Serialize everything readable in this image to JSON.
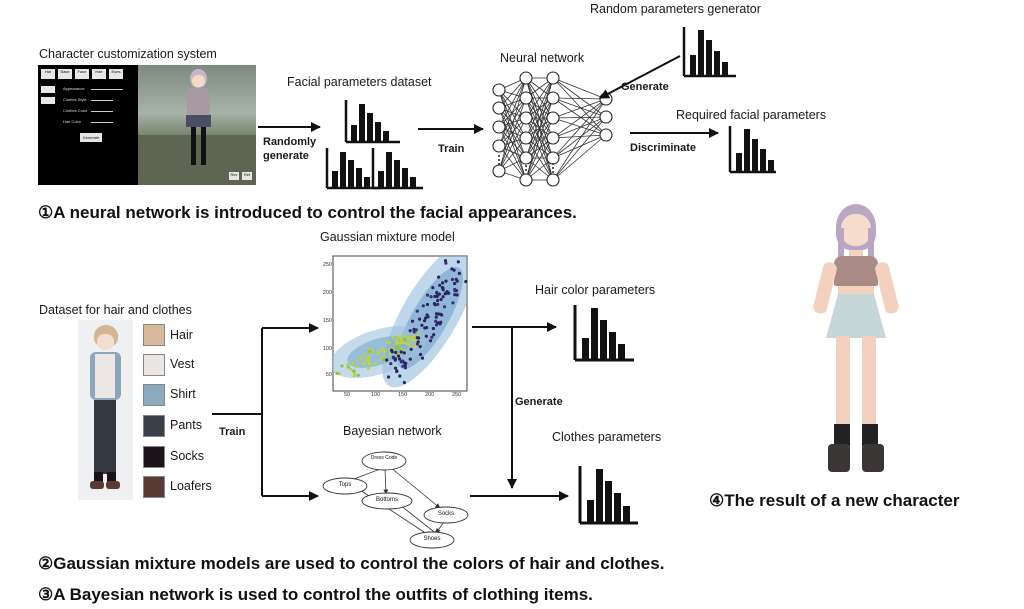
{
  "section1": {
    "system_title": "Character customization system",
    "dataset_title": "Facial parameters dataset",
    "nn_title": "Neural network",
    "random_title": "Random parameters generator",
    "required_title": "Required facial parameters",
    "randomly_generate": "Randomly generate",
    "train": "Train",
    "generate": "Generate",
    "discriminate": "Discriminate",
    "caption": "①A neural network is introduced to control the facial appearances.",
    "screenshot": {
      "tabs": [
        "Hat",
        "Base",
        "Face",
        "Hair",
        "Eyes"
      ],
      "rows": [
        "Appearance",
        "Clothes Style",
        "Clothes Color",
        "Hair Color"
      ],
      "generate_btn": "Generate",
      "bottom_btns": [
        "Rev",
        "Ret"
      ]
    }
  },
  "section2": {
    "gmm_title": "Gaussian mixture model",
    "dataset_title": "Dataset for hair and clothes",
    "items": [
      {
        "label": "Hair",
        "color": "#d8b99c"
      },
      {
        "label": "Vest",
        "color": "#ebe6e4"
      },
      {
        "label": "Shirt",
        "color": "#8ca9be"
      },
      {
        "label": "Pants",
        "color": "#3b3f47"
      },
      {
        "label": "Socks",
        "color": "#1c1418"
      },
      {
        "label": "Loafers",
        "color": "#5a3a34"
      }
    ],
    "train": "Train",
    "generate": "Generate",
    "hair_params": "Hair color parameters",
    "bn_title": "Bayesian network",
    "clothes_params": "Clothes parameters",
    "bn_nodes": [
      "Dress Code",
      "Tops",
      "Bottoms",
      "Socks",
      "Shoes"
    ],
    "gmm_x_ticks": [
      "50",
      "100",
      "150",
      "200",
      "250"
    ],
    "gmm_y_ticks": [
      "250",
      "200",
      "150",
      "100",
      "50"
    ],
    "caption2": "②Gaussian mixture models are used to control the colors of hair and clothes.",
    "caption3": "③A Bayesian network is used to control the outfits of clothing items."
  },
  "section4": {
    "caption": "④The result of a new character"
  }
}
